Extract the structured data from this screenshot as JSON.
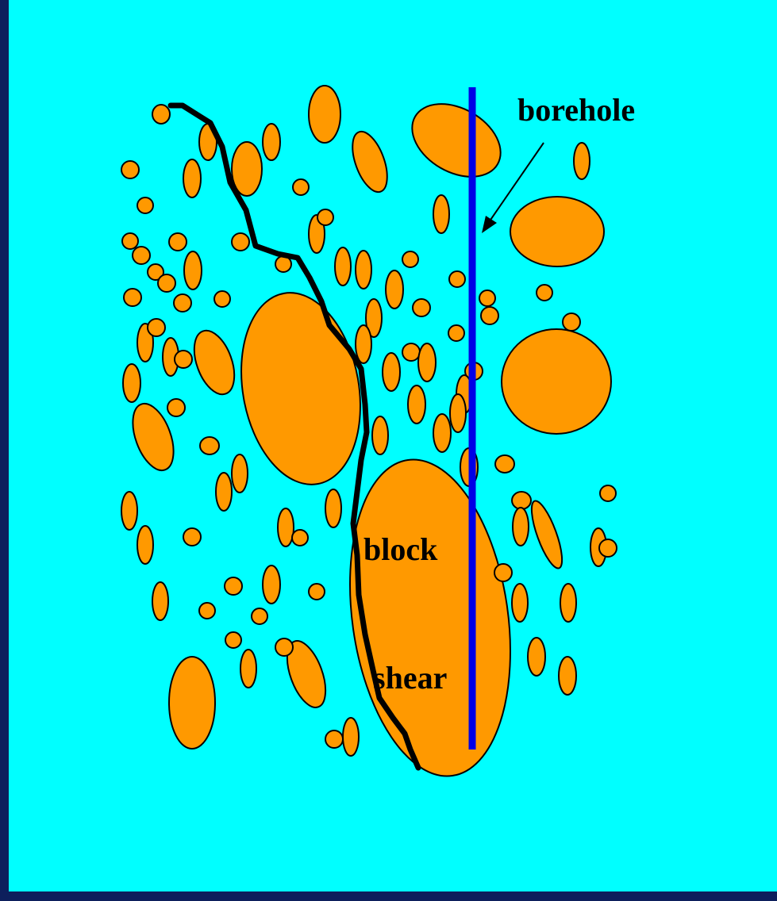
{
  "colors": {
    "background_border": "#0d1f5c",
    "matrix": "#00ffff",
    "block_fill": "#ff9900",
    "block_stroke": "#000000",
    "borehole": "#0000e6",
    "shear": "#000000",
    "arrow": "#000000"
  },
  "labels": {
    "borehole": "borehole",
    "block": "block",
    "shear": "shear"
  }
}
